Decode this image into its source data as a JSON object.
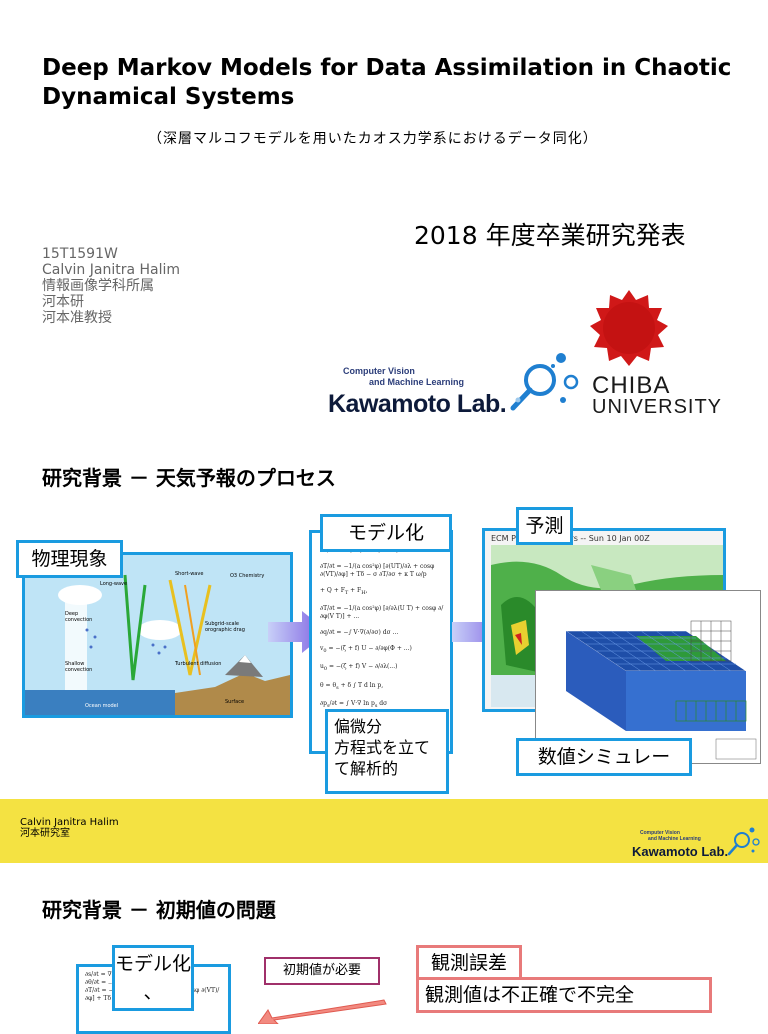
{
  "title": "Deep Markov Models for Data Assimilation in Chaotic Dynamical Systems",
  "subtitle": "（深層マルコフモデルを用いたカオス力学系におけるデータ同化）",
  "year_line": "2018 年度卒業研究発表",
  "author": {
    "id": "15T1591W",
    "name": "Calvin Janitra Halim",
    "dept": "情報画像学科所属",
    "lab": "河本研",
    "advisor": "河本准教授"
  },
  "logos": {
    "lab_line1": "Computer Vision",
    "lab_line2": "and Machine Learning",
    "lab_name": "Kawamoto Lab.",
    "univ_line1": "CHIBA",
    "univ_line2": "UNIVERSITY"
  },
  "slide1": {
    "heading": "研究背景 － 天気予報のプロセス",
    "box_phenomena": "物理現象",
    "box_model": "モデル化",
    "box_predict": "予測",
    "box_equations_note": "偏微分\n方程式を立て\nて解析的",
    "box_numerical": "数値シミュレー",
    "forecast_caption": "ECM  Prcp at 0120 Hrs -- Sun 10 Jan 00Z"
  },
  "footer": {
    "name": "Calvin Janitra Halim",
    "sub": "河本研究室"
  },
  "slide2": {
    "heading": "研究背景 － 初期値の問題",
    "box_model": "モデル化\n、",
    "purple_label": "初期値が必要",
    "red_title": "観測誤差",
    "red_body": "観測値は不正確で不完全"
  },
  "colors": {
    "accent_blue": "#1a9be0",
    "footer_yellow": "#f4e242",
    "chiba_red": "#d01818",
    "red_box": "#e87a7a"
  }
}
